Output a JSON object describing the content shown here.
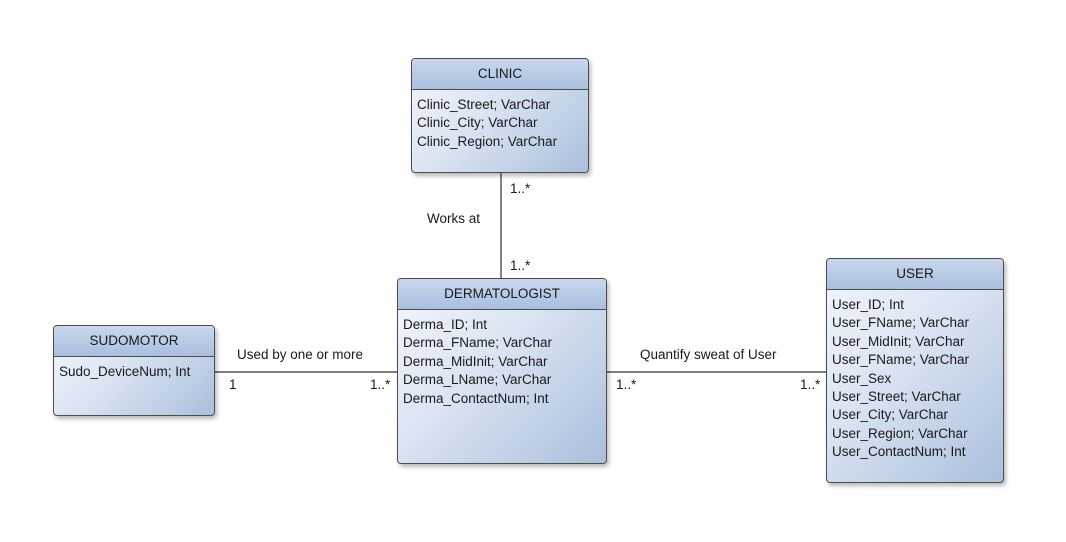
{
  "entities": {
    "clinic": {
      "name": "CLINIC",
      "attributes": [
        "Clinic_Street; VarChar",
        "Clinic_City; VarChar",
        "Clinic_Region; VarChar"
      ]
    },
    "dermatologist": {
      "name": "DERMATOLOGIST",
      "attributes": [
        "Derma_ID; Int",
        "Derma_FName; VarChar",
        "Derma_MidInit; VarChar",
        "Derma_LName; VarChar",
        "Derma_ContactNum; Int"
      ]
    },
    "sudomotor": {
      "name": "SUDOMOTOR",
      "attributes": [
        "Sudo_DeviceNum; Int"
      ]
    },
    "user": {
      "name": "USER",
      "attributes": [
        "User_ID; Int",
        "User_FName; VarChar",
        "User_MidInit; VarChar",
        "User_FName; VarChar",
        "User_Sex",
        "User_Street; VarChar",
        "User_City; VarChar",
        "User_Region; VarChar",
        "User_ContactNum; Int"
      ]
    }
  },
  "relationships": {
    "works_at": {
      "label": "Works at",
      "clinic_multiplicity": "1..*",
      "dermatologist_multiplicity": "1..*"
    },
    "used_by": {
      "label": "Used by one or more",
      "sudomotor_multiplicity": "1",
      "dermatologist_multiplicity": "1..*"
    },
    "quantify": {
      "label": "Quantify sweat of User",
      "dermatologist_multiplicity": "1..*",
      "user_multiplicity": "1..*"
    }
  },
  "colors": {
    "border": "#4d4d4d",
    "header_fill": "#b6c9e4",
    "body_fill": "#d9e3f2",
    "connector": "#333333"
  }
}
